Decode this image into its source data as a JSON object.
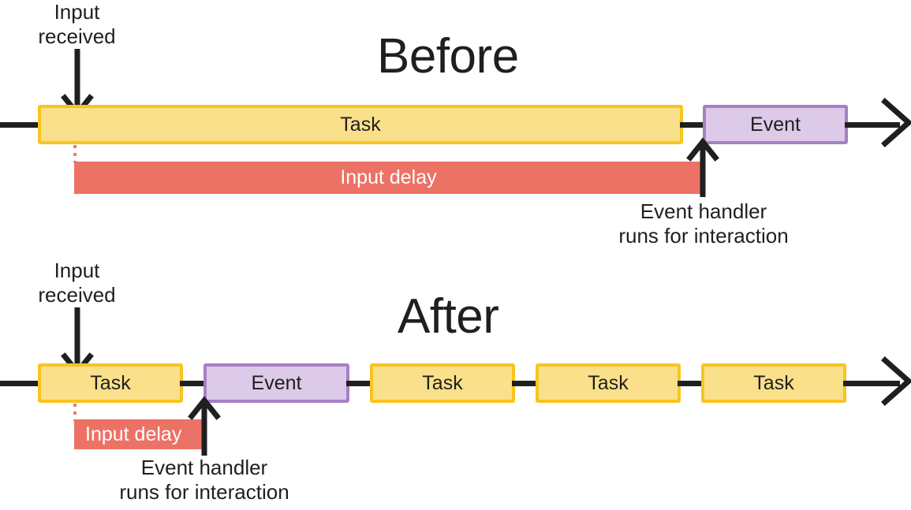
{
  "diagram": {
    "title_before": "Before",
    "title_after": "After",
    "accent_colors": {
      "task_fill": "#FBE08B",
      "task_border": "#F8C41F",
      "event_fill": "#DCCAE8",
      "event_border": "#A780C4",
      "input_delay": "#EC7266",
      "timeline": "#1F1F1F",
      "dotted_connector": "#F4776E",
      "text": "#1F1F1F"
    }
  },
  "before": {
    "title": "Before",
    "input_received_label": "Input\nreceived",
    "event_handler_label": "Event handler\nruns for interaction",
    "input_delay_label": "Input delay",
    "blocks": [
      {
        "kind": "task",
        "label": "Task"
      },
      {
        "kind": "event",
        "label": "Event"
      }
    ]
  },
  "after": {
    "title": "After",
    "input_received_label": "Input\nreceived",
    "event_handler_label": "Event handler\nruns for interaction",
    "input_delay_label": "Input delay",
    "blocks": [
      {
        "kind": "task",
        "label": "Task"
      },
      {
        "kind": "event",
        "label": "Event"
      },
      {
        "kind": "task",
        "label": "Task"
      },
      {
        "kind": "task",
        "label": "Task"
      },
      {
        "kind": "task",
        "label": "Task"
      }
    ]
  }
}
